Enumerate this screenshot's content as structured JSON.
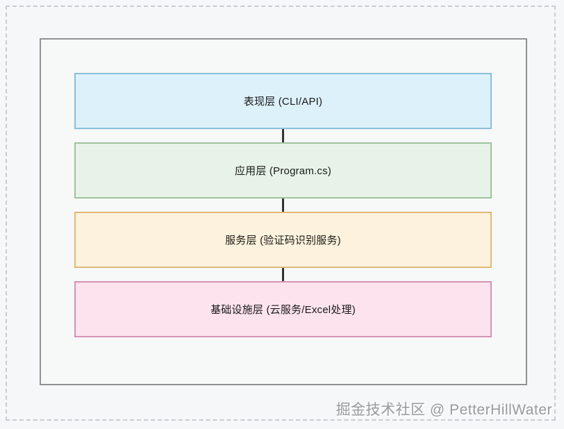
{
  "diagram": {
    "layers": [
      {
        "label": "表现层 (CLI/API)",
        "fill": "#ddf1fb",
        "border": "#8abfd9"
      },
      {
        "label": "应用层 (Program.cs)",
        "fill": "#e7f3e8",
        "border": "#a0c29e"
      },
      {
        "label": "服务层 (验证码识别服务)",
        "fill": "#fdf2dd",
        "border": "#e0b878"
      },
      {
        "label": "基础设施层 (云服务/Excel处理)",
        "fill": "#fce3ee",
        "border": "#d492b4"
      }
    ],
    "connector_color": "#323232",
    "panel_border_color": "#8f9193",
    "dashed_border_color": "#c9ccd0"
  },
  "watermark": {
    "text": "掘金技术社区 @ PetterHillWater",
    "color": "#989a9d"
  }
}
